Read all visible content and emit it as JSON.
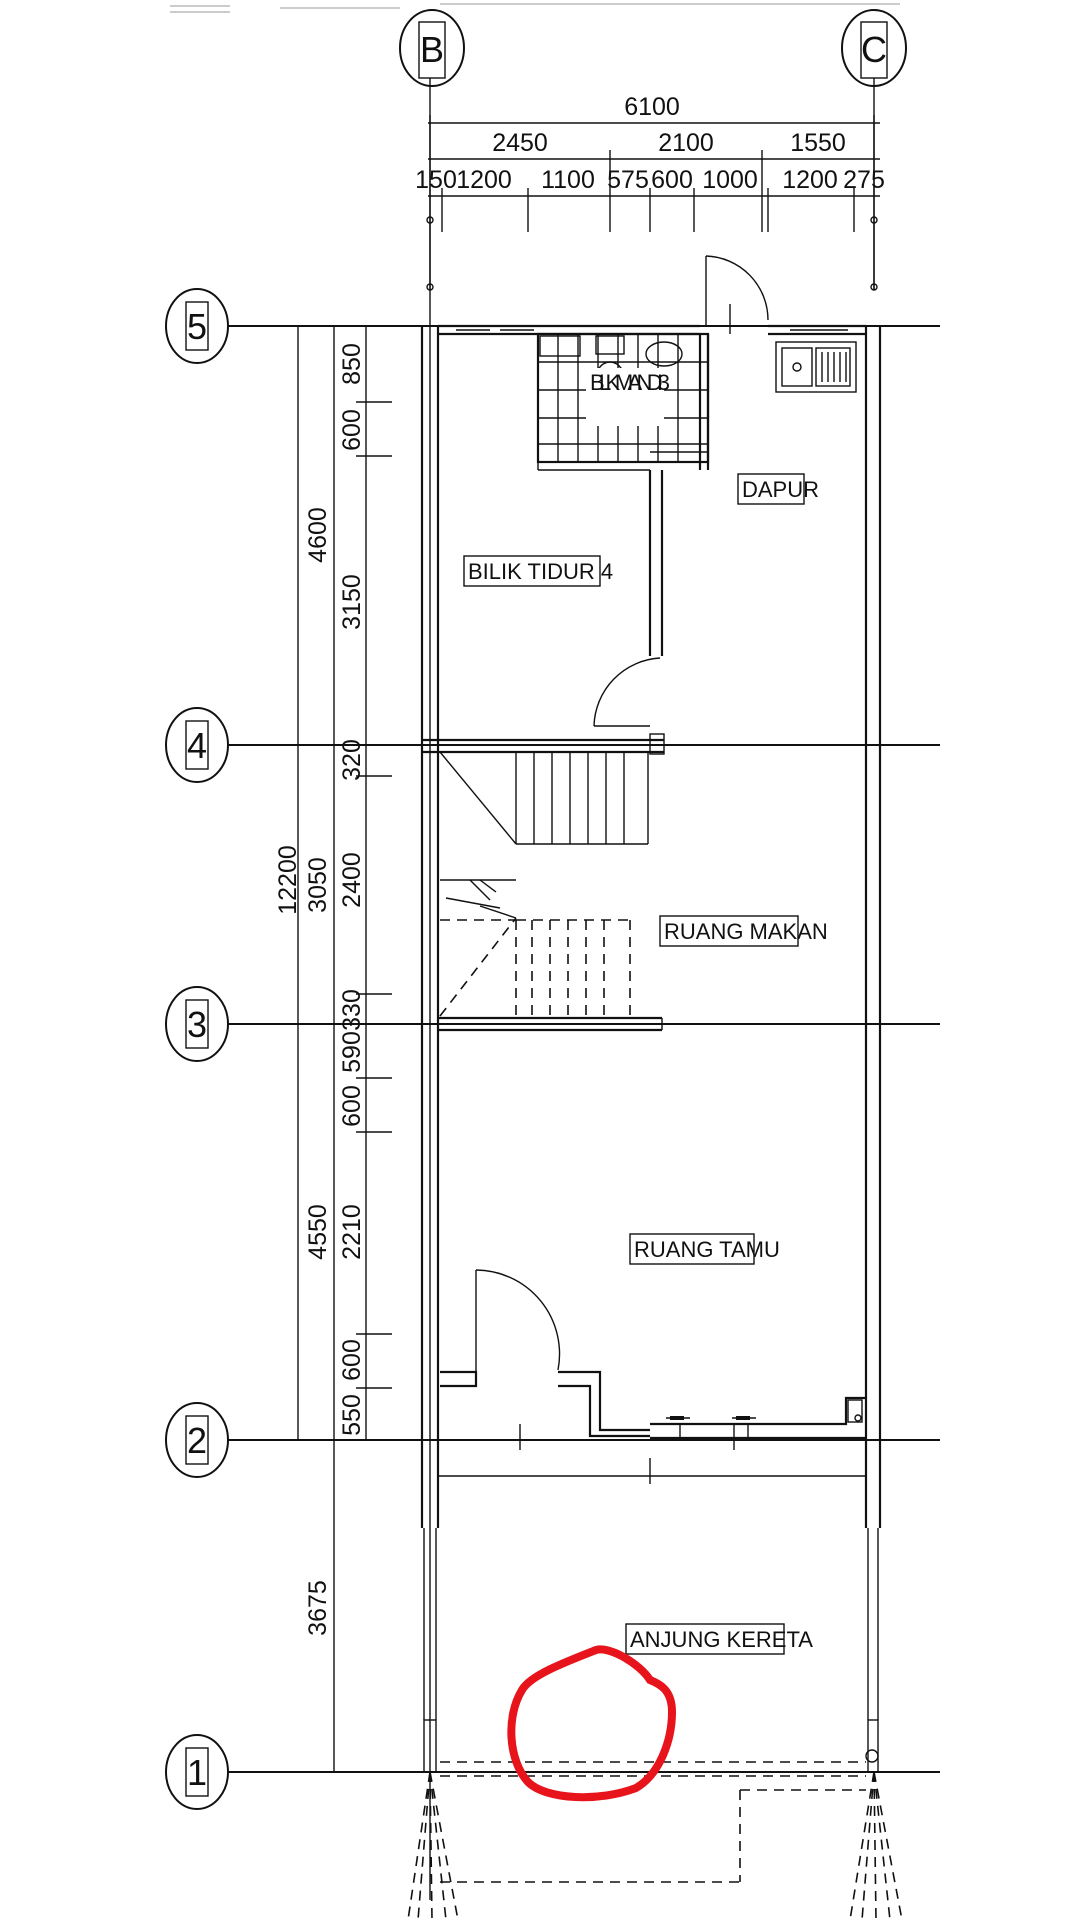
{
  "grid_labels": {
    "B": "B",
    "C": "C",
    "g5": "5",
    "g4": "4",
    "g3": "3",
    "g2": "2",
    "g1": "1"
  },
  "top_dims": {
    "overall": "6100",
    "mid": [
      "2450",
      "2100",
      "1550"
    ],
    "detail": [
      "150",
      "1200",
      "1100",
      "575",
      "600",
      "1000",
      "1200",
      "275"
    ]
  },
  "left_dims": {
    "overall": "12200",
    "level2": [
      "4600",
      "3050",
      "4550",
      "3675"
    ],
    "level3": [
      "850",
      "600",
      "3150",
      "320",
      "2400",
      "330",
      "590",
      "600",
      "2210",
      "600",
      "550"
    ]
  },
  "rooms": {
    "bilik_mandi": "BLK MANDI 3",
    "dapur": "DAPUR",
    "bilik_tidur": "BILIK TIDUR 4",
    "ruang_makan": "RUANG MAKAN",
    "ruang_tamu": "RUANG TAMU",
    "anjung_kereta": "ANJUNG KERETA"
  },
  "annotation": {
    "color": "#e8141c"
  }
}
